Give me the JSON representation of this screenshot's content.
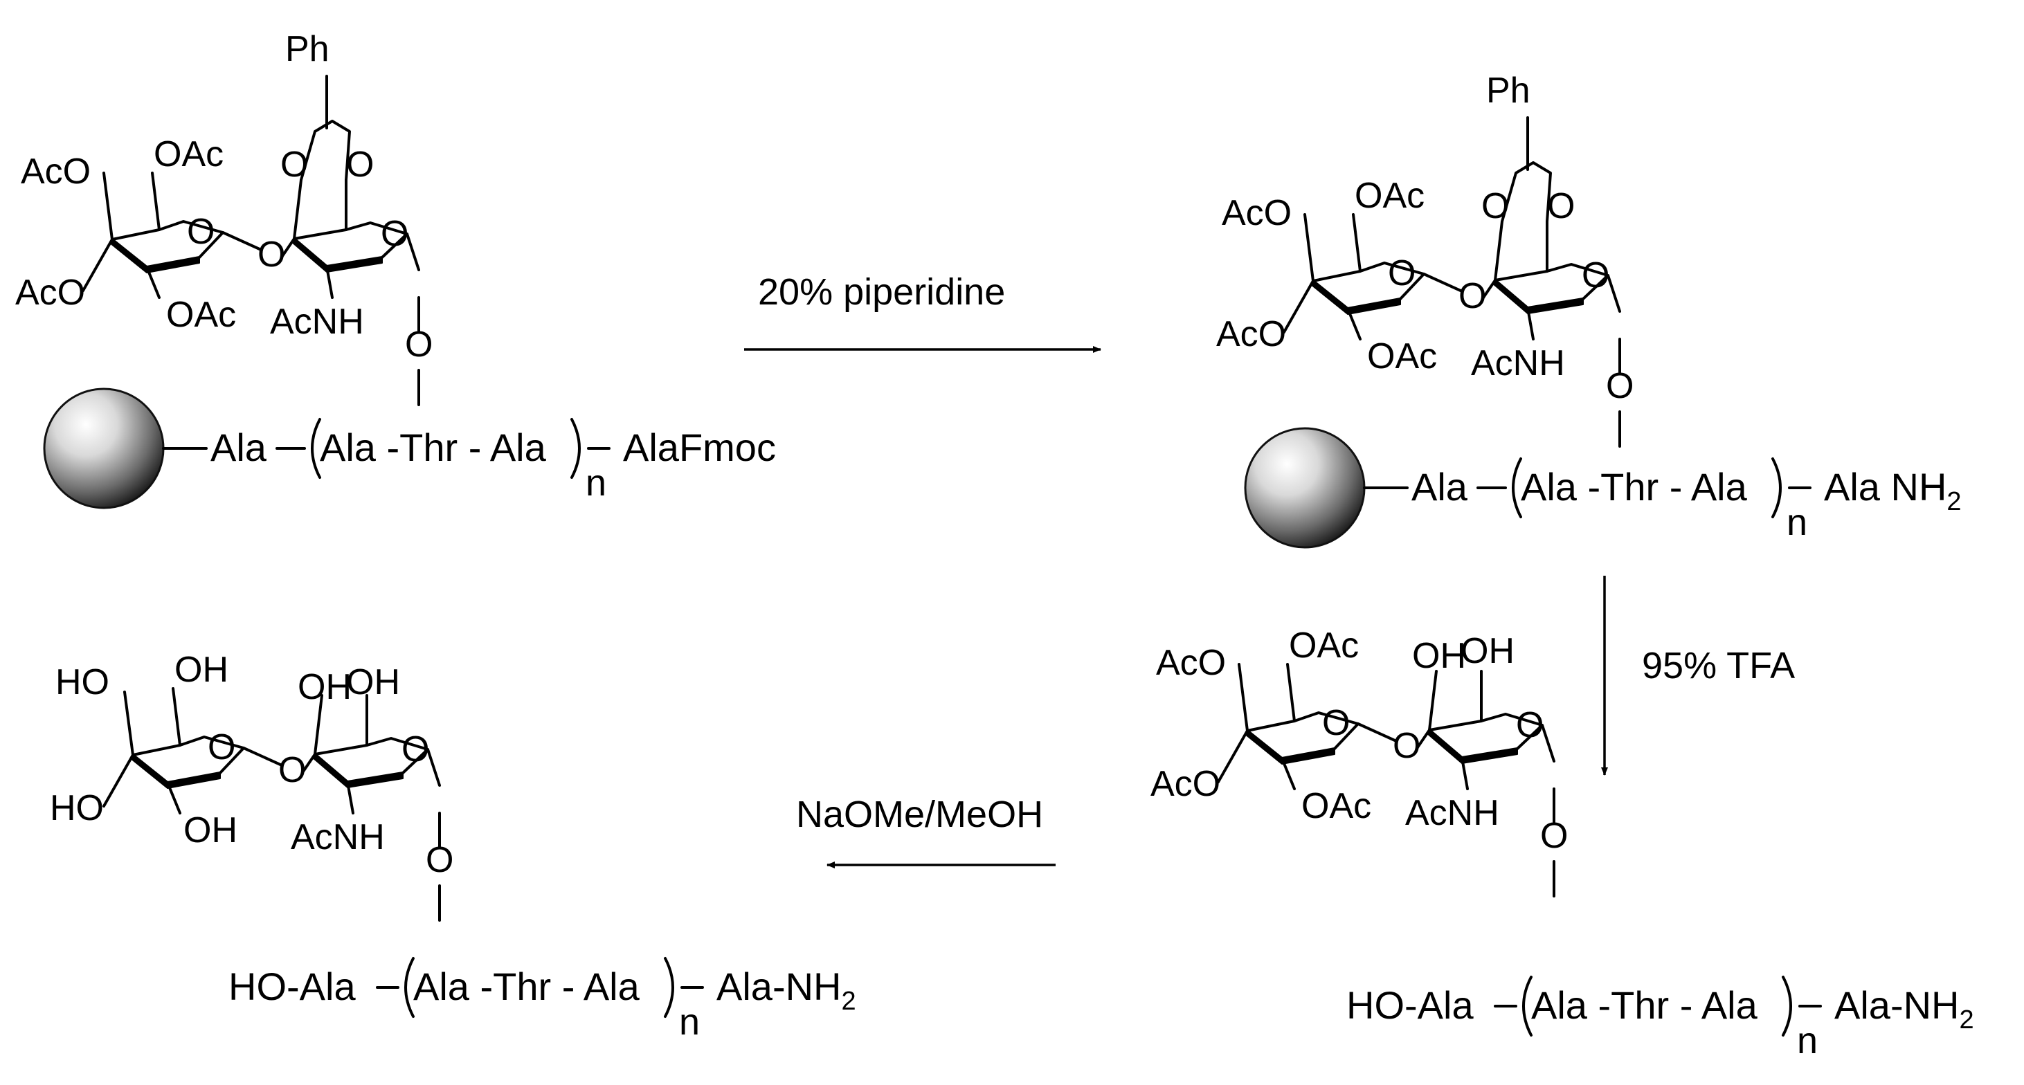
{
  "labels": {
    "ph": "Ph",
    "oac": "OAc",
    "aco": "AcO",
    "o": "O",
    "acnh": "AcNH",
    "ho": "HO",
    "oh": "OH"
  },
  "reagents": {
    "step1": "20% piperidine",
    "step2": "95% TFA",
    "step3": "NaOMe/MeOH"
  },
  "chains": {
    "start": {
      "prefix": "Ala",
      "inner": "Ala -Thr - Ala",
      "n": "n",
      "suffix": "AlaFmoc"
    },
    "deprotected": {
      "prefix": "Ala",
      "inner": "Ala -Thr - Ala",
      "n": "n",
      "suffix": "Ala NH",
      "sub": "2"
    },
    "cleaved": {
      "prefix": "HO-Ala",
      "inner": "Ala -Thr - Ala",
      "n": "n",
      "suffix": "Ala-NH",
      "sub": "2"
    },
    "final": {
      "prefix": "HO-Ala",
      "inner": "Ala -Thr - Ala",
      "n": "n",
      "suffix": "Ala-NH",
      "sub": "2"
    }
  }
}
